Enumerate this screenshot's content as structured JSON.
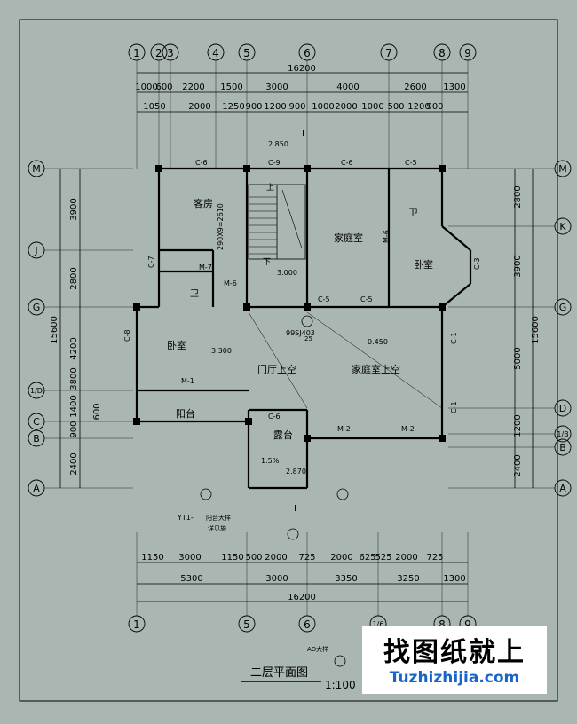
{
  "plan": {
    "title": "二层平面图",
    "scale": "1:100",
    "colors": {
      "background": "#a9b6b2",
      "line": "#000000",
      "watermark_text": "#1a63c8"
    }
  },
  "axes_top": [
    "1",
    "2",
    "3",
    "4",
    "5",
    "6",
    "7",
    "8",
    "9"
  ],
  "axes_bottom": [
    "1",
    "5",
    "6",
    "1/6",
    "8",
    "9"
  ],
  "axes_left": [
    "M",
    "J",
    "G",
    "1/D",
    "C",
    "B",
    "A"
  ],
  "axes_right": [
    "M",
    "K",
    "G",
    "D",
    "1/B",
    "B",
    "A"
  ],
  "dims_top_total": "16200",
  "dims_top_row1": [
    "1000",
    "600",
    "2200",
    "1500",
    "3000",
    "4000",
    "2600",
    "1300"
  ],
  "dims_top_row2": [
    "1050",
    "2000",
    "1250",
    "900",
    "1200",
    "900",
    "1000",
    "2000",
    "1000",
    "500",
    "1200",
    "900"
  ],
  "dims_bottom_row1": [
    "1150",
    "3000",
    "1150",
    "500",
    "2000",
    "725",
    "2000",
    "625",
    "525",
    "2000",
    "725"
  ],
  "dims_bottom_row2": [
    "5300",
    "3000",
    "3350",
    "3250",
    "1300"
  ],
  "dims_bottom_total": "16200",
  "dims_left_total": "15600",
  "dims_left_row": [
    "3900",
    "2800",
    "4200",
    "3800",
    "1400",
    "900",
    "600",
    "2400"
  ],
  "dims_right_total": "15600",
  "dims_right_row": [
    "2800",
    "3900",
    "5000",
    "1200",
    "2400"
  ],
  "rooms": {
    "guest": "客房",
    "family": "家庭室",
    "bedroom_right": "卧室",
    "bath_right": "卫",
    "bath_left": "卫",
    "bedroom_left": "卧室",
    "balcony": "阳台",
    "hall_void": "门厅上空",
    "family_void": "家庭室上空",
    "terrace": "露台"
  },
  "labels": {
    "win_c6": "C-6",
    "win_c9": "C-9",
    "win_c5": "C-5",
    "win_c7": "C-7",
    "win_c8": "C-8",
    "win_c1": "C-1",
    "win_c3": "C-3",
    "door_m1": "M-1",
    "door_m2": "M-2",
    "door_m6": "M-6",
    "door_m7": "M-7",
    "stair_up": "上",
    "stair_down": "下",
    "stair_calc": "290X9=2610",
    "section_mark": "I",
    "elev_2850": "2.850",
    "elev_3000": "3.000",
    "elev_3300": "3.300",
    "elev_0450": "0.450",
    "elev_2870": "2.870",
    "slope": "1.5%",
    "std_ref": "99SJ403",
    "detail_no": "25",
    "rail_note": "阳台大样",
    "rail_note2": "详见施",
    "yt_mark": "YT1-",
    "ad_note": "AD大样"
  },
  "watermark": {
    "cn": "找图纸就上",
    "en": "Tuzhizhijia.com"
  }
}
